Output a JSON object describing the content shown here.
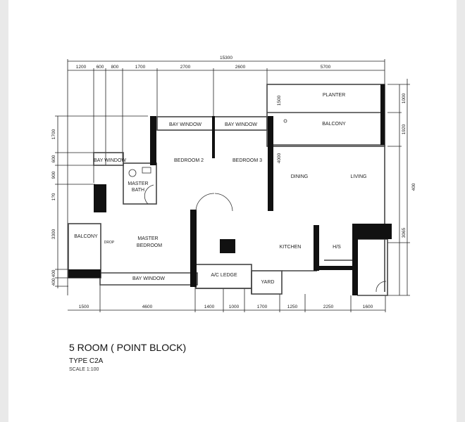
{
  "plan": {
    "title": "5 ROOM ( POINT BLOCK)",
    "type": "TYPE C2A",
    "scale": "SCALE 1:100",
    "rooms": {
      "planter": "PLANTER",
      "balcony_top": "BALCONY",
      "bay_window_1": "BAY WINDOW",
      "bay_window_2": "BAY WINDOW",
      "bay_window_left": "BAY WINDOW",
      "bedroom2": "BEDROOM 2",
      "bedroom3": "BEDROOM 3",
      "master_bath_1": "MASTER",
      "master_bath_2": "BATH",
      "dining": "DINING",
      "living": "LIVING",
      "balcony_left": "BALCONY",
      "master_bedroom_1": "MASTER",
      "master_bedroom_2": "BEDROOM",
      "bay_window_bottom": "BAY WINDOW",
      "ac_ledge": "A/C LEDGE",
      "kitchen": "KITCHEN",
      "hs": "H/S",
      "yard": "YARD",
      "drop": "DROP"
    },
    "dims_top_total": "15300",
    "dims_top": [
      "1200",
      "600",
      "800",
      "1700",
      "2700",
      "2600",
      "5700"
    ],
    "dims_bottom": [
      "1500",
      "4600",
      "1400",
      "1000",
      "1700",
      "1250",
      "2250",
      "1600"
    ],
    "dims_left": [
      "1700",
      "600",
      "900",
      "1?0",
      "3300",
      "400",
      "400"
    ],
    "dims_right": [
      "1000",
      "1920",
      "400",
      "3065"
    ],
    "dims_inner": [
      "1500",
      "4000"
    ]
  }
}
